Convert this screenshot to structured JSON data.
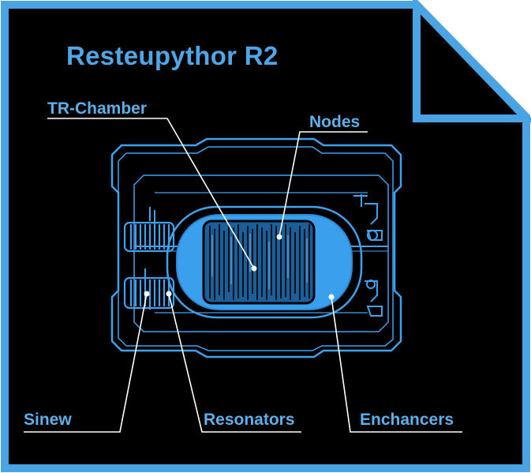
{
  "title": "Resteupythor R2",
  "labels": {
    "tr_chamber": "TR-Chamber",
    "nodes": "Nodes",
    "sinew": "Sinew",
    "resonators": "Resonators",
    "enchancers": "Enchancers"
  },
  "colors": {
    "background": "#000000",
    "frame": "#4aa3e3",
    "accent": "#3fa2ee",
    "label_text": "#5eb0ea",
    "leader_line": "#ffffff"
  }
}
